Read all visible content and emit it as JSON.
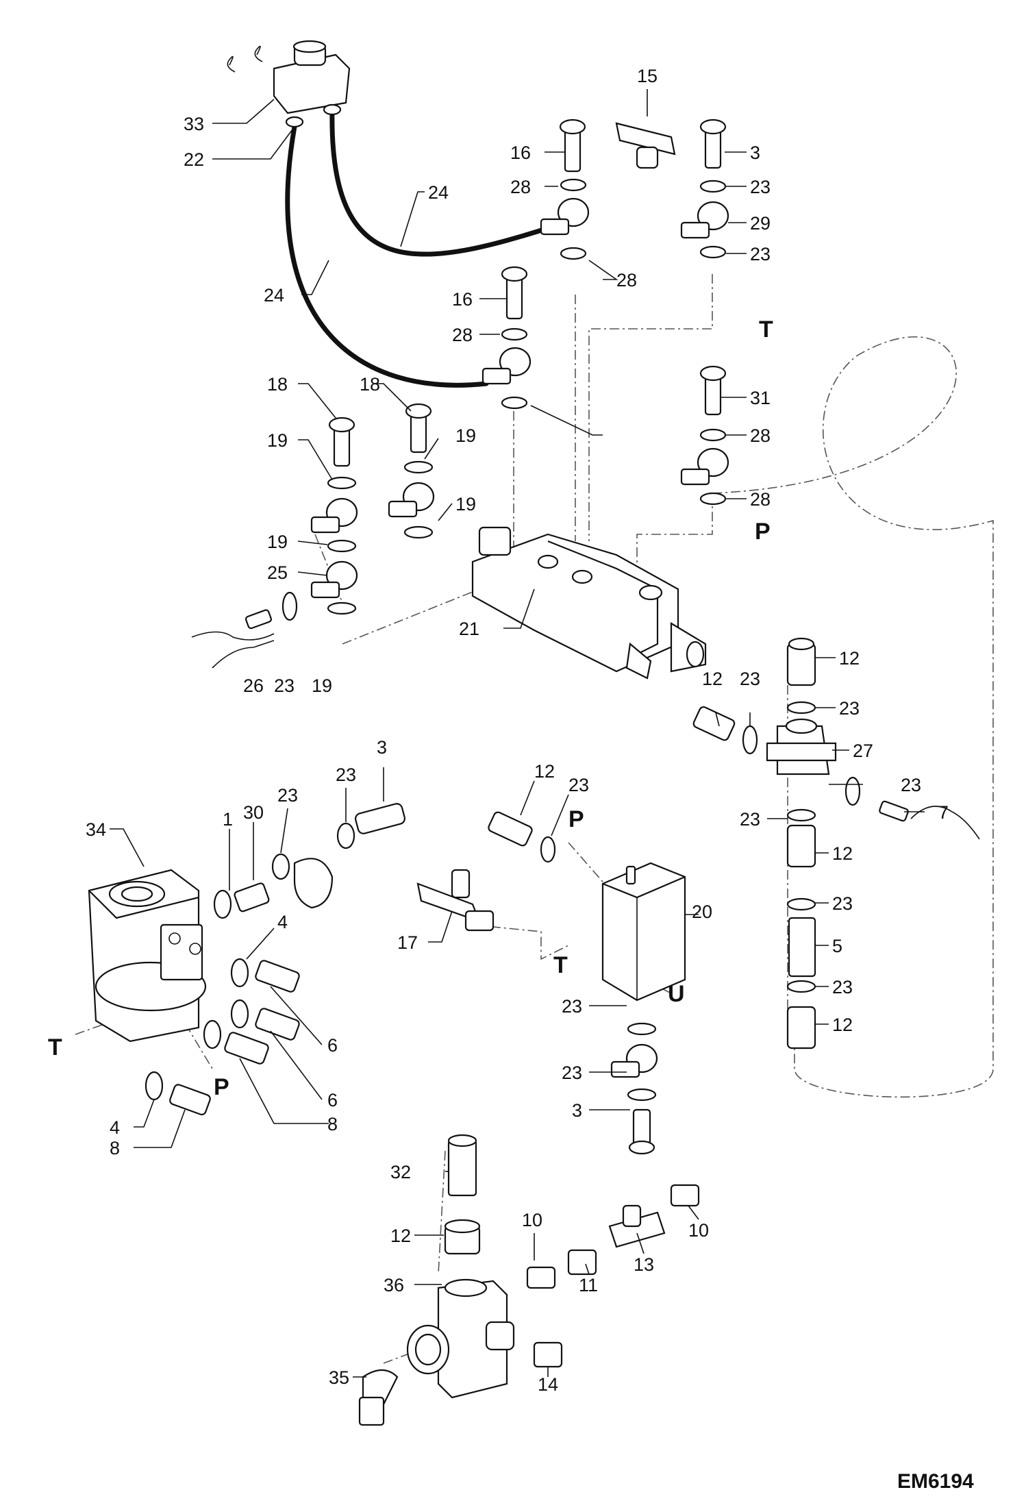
{
  "drawing_code": "EM6194",
  "port_labels": {
    "t_upper": "T",
    "p_upper": "P",
    "p_mid": "P",
    "t_mid": "T",
    "u_mid": "U",
    "t_left": "T",
    "p_left": "P"
  },
  "callouts": [
    "33",
    "22",
    "24",
    "24",
    "16",
    "28",
    "16",
    "28",
    "28",
    "15",
    "3",
    "23",
    "29",
    "23",
    "31",
    "28",
    "28",
    "18",
    "19",
    "19",
    "25",
    "26",
    "23",
    "19",
    "18",
    "19",
    "19",
    "21",
    "12",
    "23",
    "12",
    "23",
    "27",
    "23",
    "23",
    "7",
    "12",
    "23",
    "5",
    "23",
    "12",
    "34",
    "1",
    "30",
    "23",
    "23",
    "3",
    "4",
    "6",
    "6",
    "8",
    "4",
    "8",
    "12",
    "23",
    "17",
    "20",
    "23",
    "23",
    "3",
    "32",
    "12",
    "36",
    "35",
    "10",
    "11",
    "13",
    "10",
    "14"
  ]
}
